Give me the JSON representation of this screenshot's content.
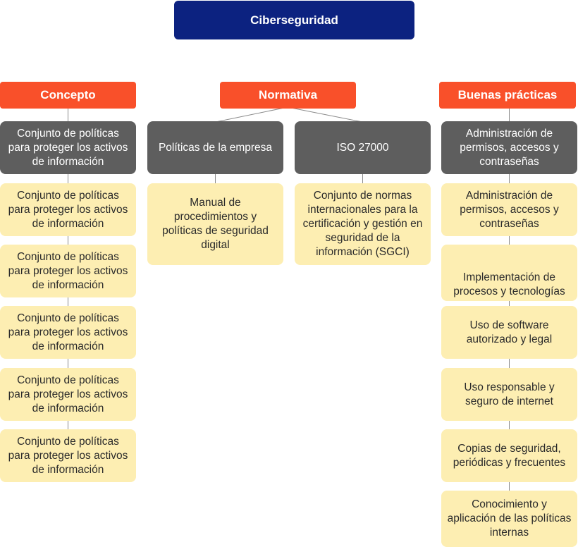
{
  "root": {
    "label": "Ciberseguridad"
  },
  "concepto": {
    "header": "Concepto",
    "main": "Conjunto de políticas para proteger los activos de información",
    "items": [
      "Conjunto de políticas para proteger los activos de información",
      "Conjunto de políticas para proteger los activos de información",
      "Conjunto de políticas para proteger los activos de información",
      "Conjunto de políticas para proteger los activos de información",
      "Conjunto de políticas para proteger los activos de información"
    ]
  },
  "normativa": {
    "header": "Normativa",
    "politicas": {
      "label": "Políticas de la empresa",
      "detail": "Manual de procedimientos y políticas de seguridad digital"
    },
    "iso": {
      "label": "ISO 27000",
      "detail": "Conjunto de normas internacionales para la certificación y gestión en seguridad de la información (SGCI)"
    }
  },
  "buenas_practicas": {
    "header": "Buenas prácticas",
    "main": "Administración de permisos, accesos y contraseñas",
    "items": [
      "Administración de permisos, accesos y contraseñas",
      "Implementación de procesos y tecnologías",
      "Uso de software autorizado y legal",
      "Uso responsable y seguro de internet",
      "Copias de seguridad, periódicas y frecuentes",
      "Conocimiento y aplicación de las políticas internas"
    ]
  },
  "colors": {
    "root": "#0c2280",
    "category": "#f9502a",
    "subcategory": "#5e5e5e",
    "leaf": "#fdeeb2",
    "connector": "#8a8a8a"
  }
}
